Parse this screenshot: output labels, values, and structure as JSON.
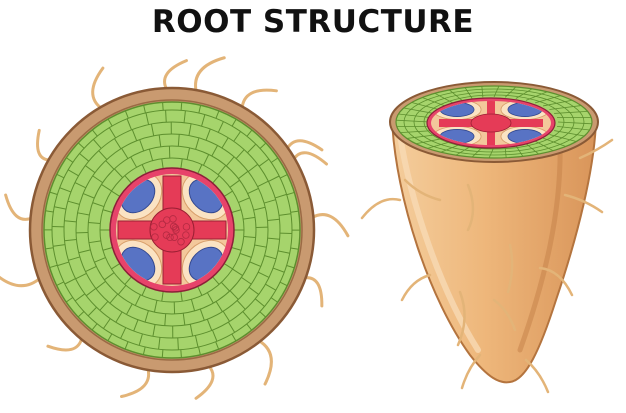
{
  "title": "ROOT STRUCTURE",
  "colors": {
    "epidermis": "#c99a70",
    "epidermis_outline": "#8a5a36",
    "cortex": "#a6d46c",
    "cortex_line": "#5d8f2e",
    "endodermis": "#e7436a",
    "pericycle": "#f3c89b",
    "xylem": "#e53b57",
    "phloem": "#5873c4",
    "root_hair": "#e3b478",
    "root_body": "#e6aa6a",
    "root_body_light": "#f2c996"
  },
  "icons": {
    "cross_section": "root-cross-section",
    "root_tip": "root-tip-3d"
  }
}
